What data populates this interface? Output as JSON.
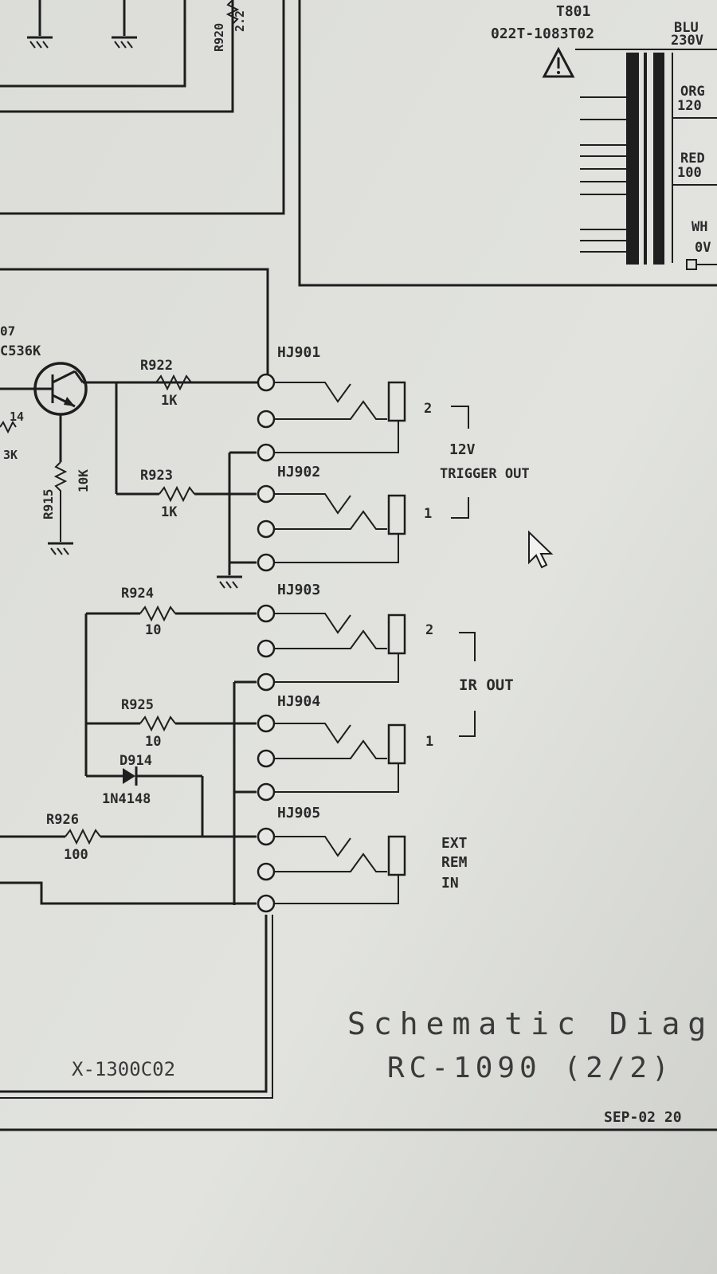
{
  "transformer": {
    "ref": "T801",
    "part": "022T-1083T02",
    "taps": [
      {
        "color": "BLU",
        "volt": "230V"
      },
      {
        "color": "ORG",
        "volt": "120"
      },
      {
        "color": "RED",
        "volt": "100"
      },
      {
        "color": "WH",
        "volt": "0V"
      }
    ]
  },
  "top_resistor": {
    "ref": "R920",
    "value": "2.2"
  },
  "transistor": {
    "ref_frag": "07",
    "part_frag": "C536K"
  },
  "resistors": {
    "r914": {
      "ref_frag": "14",
      "value_frag": "3K"
    },
    "r915": {
      "ref": "R915",
      "value": "10K"
    },
    "r922": {
      "ref": "R922",
      "value": "1K"
    },
    "r923": {
      "ref": "R923",
      "value": "1K"
    },
    "r924": {
      "ref": "R924",
      "value": "10"
    },
    "r925": {
      "ref": "R925",
      "value": "10"
    },
    "r926": {
      "ref": "R926",
      "value": "100"
    }
  },
  "diode": {
    "ref": "D914",
    "part": "1N4148"
  },
  "jacks": [
    {
      "ref": "HJ901",
      "pin": "2"
    },
    {
      "ref": "HJ902",
      "pin": "1"
    },
    {
      "ref": "HJ903",
      "pin": "2"
    },
    {
      "ref": "HJ904",
      "pin": "1"
    },
    {
      "ref": "HJ905",
      "pin": ""
    }
  ],
  "groups": {
    "trigger": {
      "line1": "12V",
      "line2": "TRIGGER OUT"
    },
    "ir": {
      "label": "IR OUT"
    },
    "ext": {
      "line1": "EXT",
      "line2": "REM",
      "line3": "IN"
    }
  },
  "board": {
    "label": "X-1300C02"
  },
  "titleblock": {
    "title": "Schematic Diagra",
    "subtitle": "RC-1090 (2/2)",
    "date": "SEP-02 20"
  }
}
